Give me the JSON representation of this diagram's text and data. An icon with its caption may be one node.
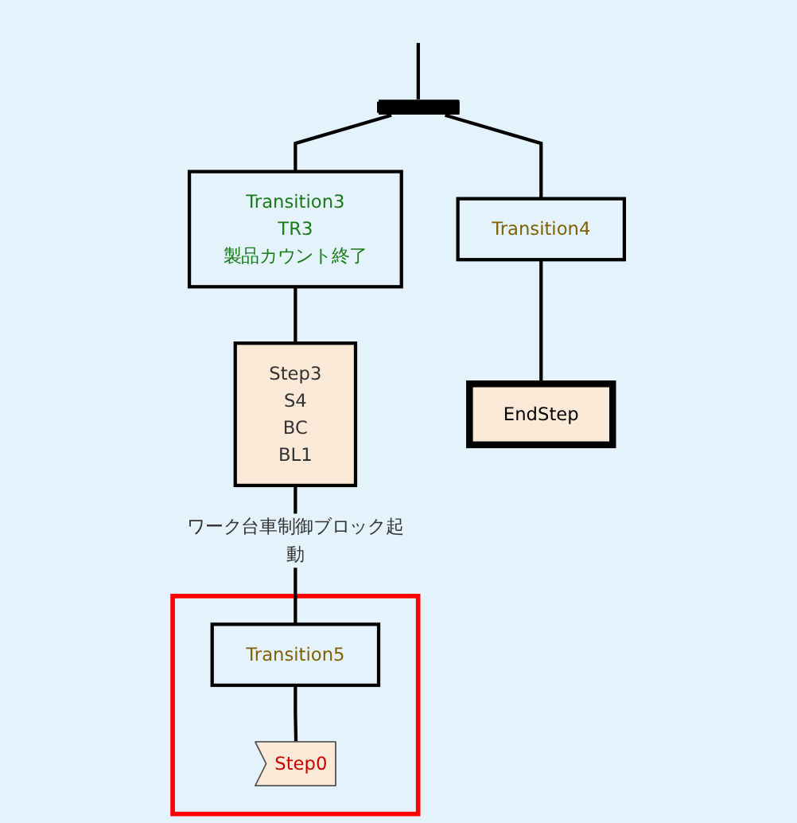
{
  "diagram": {
    "nodes": [
      {
        "text": [],
        "shape": "bar"
      },
      {
        "text": [
          "Transition3",
          "TR3",
          "製品カウント終了"
        ]
      },
      {
        "text": [
          "Transition4"
        ]
      },
      {
        "text": [
          "Step3",
          "S4",
          "BC",
          "BL1"
        ],
        "beside": [
          "ワーク台車制御ブロック起動"
        ]
      },
      {
        "text": [
          "EndStep"
        ]
      },
      {
        "text": [],
        "shape": "box"
      },
      {
        "text": [
          "Transition5"
        ],
        "in": 5
      },
      {
        "text": [
          "Step0"
        ],
        "in": 5
      }
    ],
    "edges": [
      {
        "from": null,
        "to": 0,
        "arrow": "none"
      },
      {
        "from": 0,
        "to": 1,
        "arrow": "none"
      },
      {
        "from": 0,
        "to": 2,
        "arrow": "none"
      },
      {
        "from": 1,
        "to": 3,
        "arrow": "none"
      },
      {
        "from": 2,
        "to": 4,
        "arrow": "none"
      },
      {
        "from": 3,
        "to": 6,
        "arrow": "none"
      },
      {
        "from": 6,
        "to": 7,
        "arrow": "none"
      }
    ]
  }
}
